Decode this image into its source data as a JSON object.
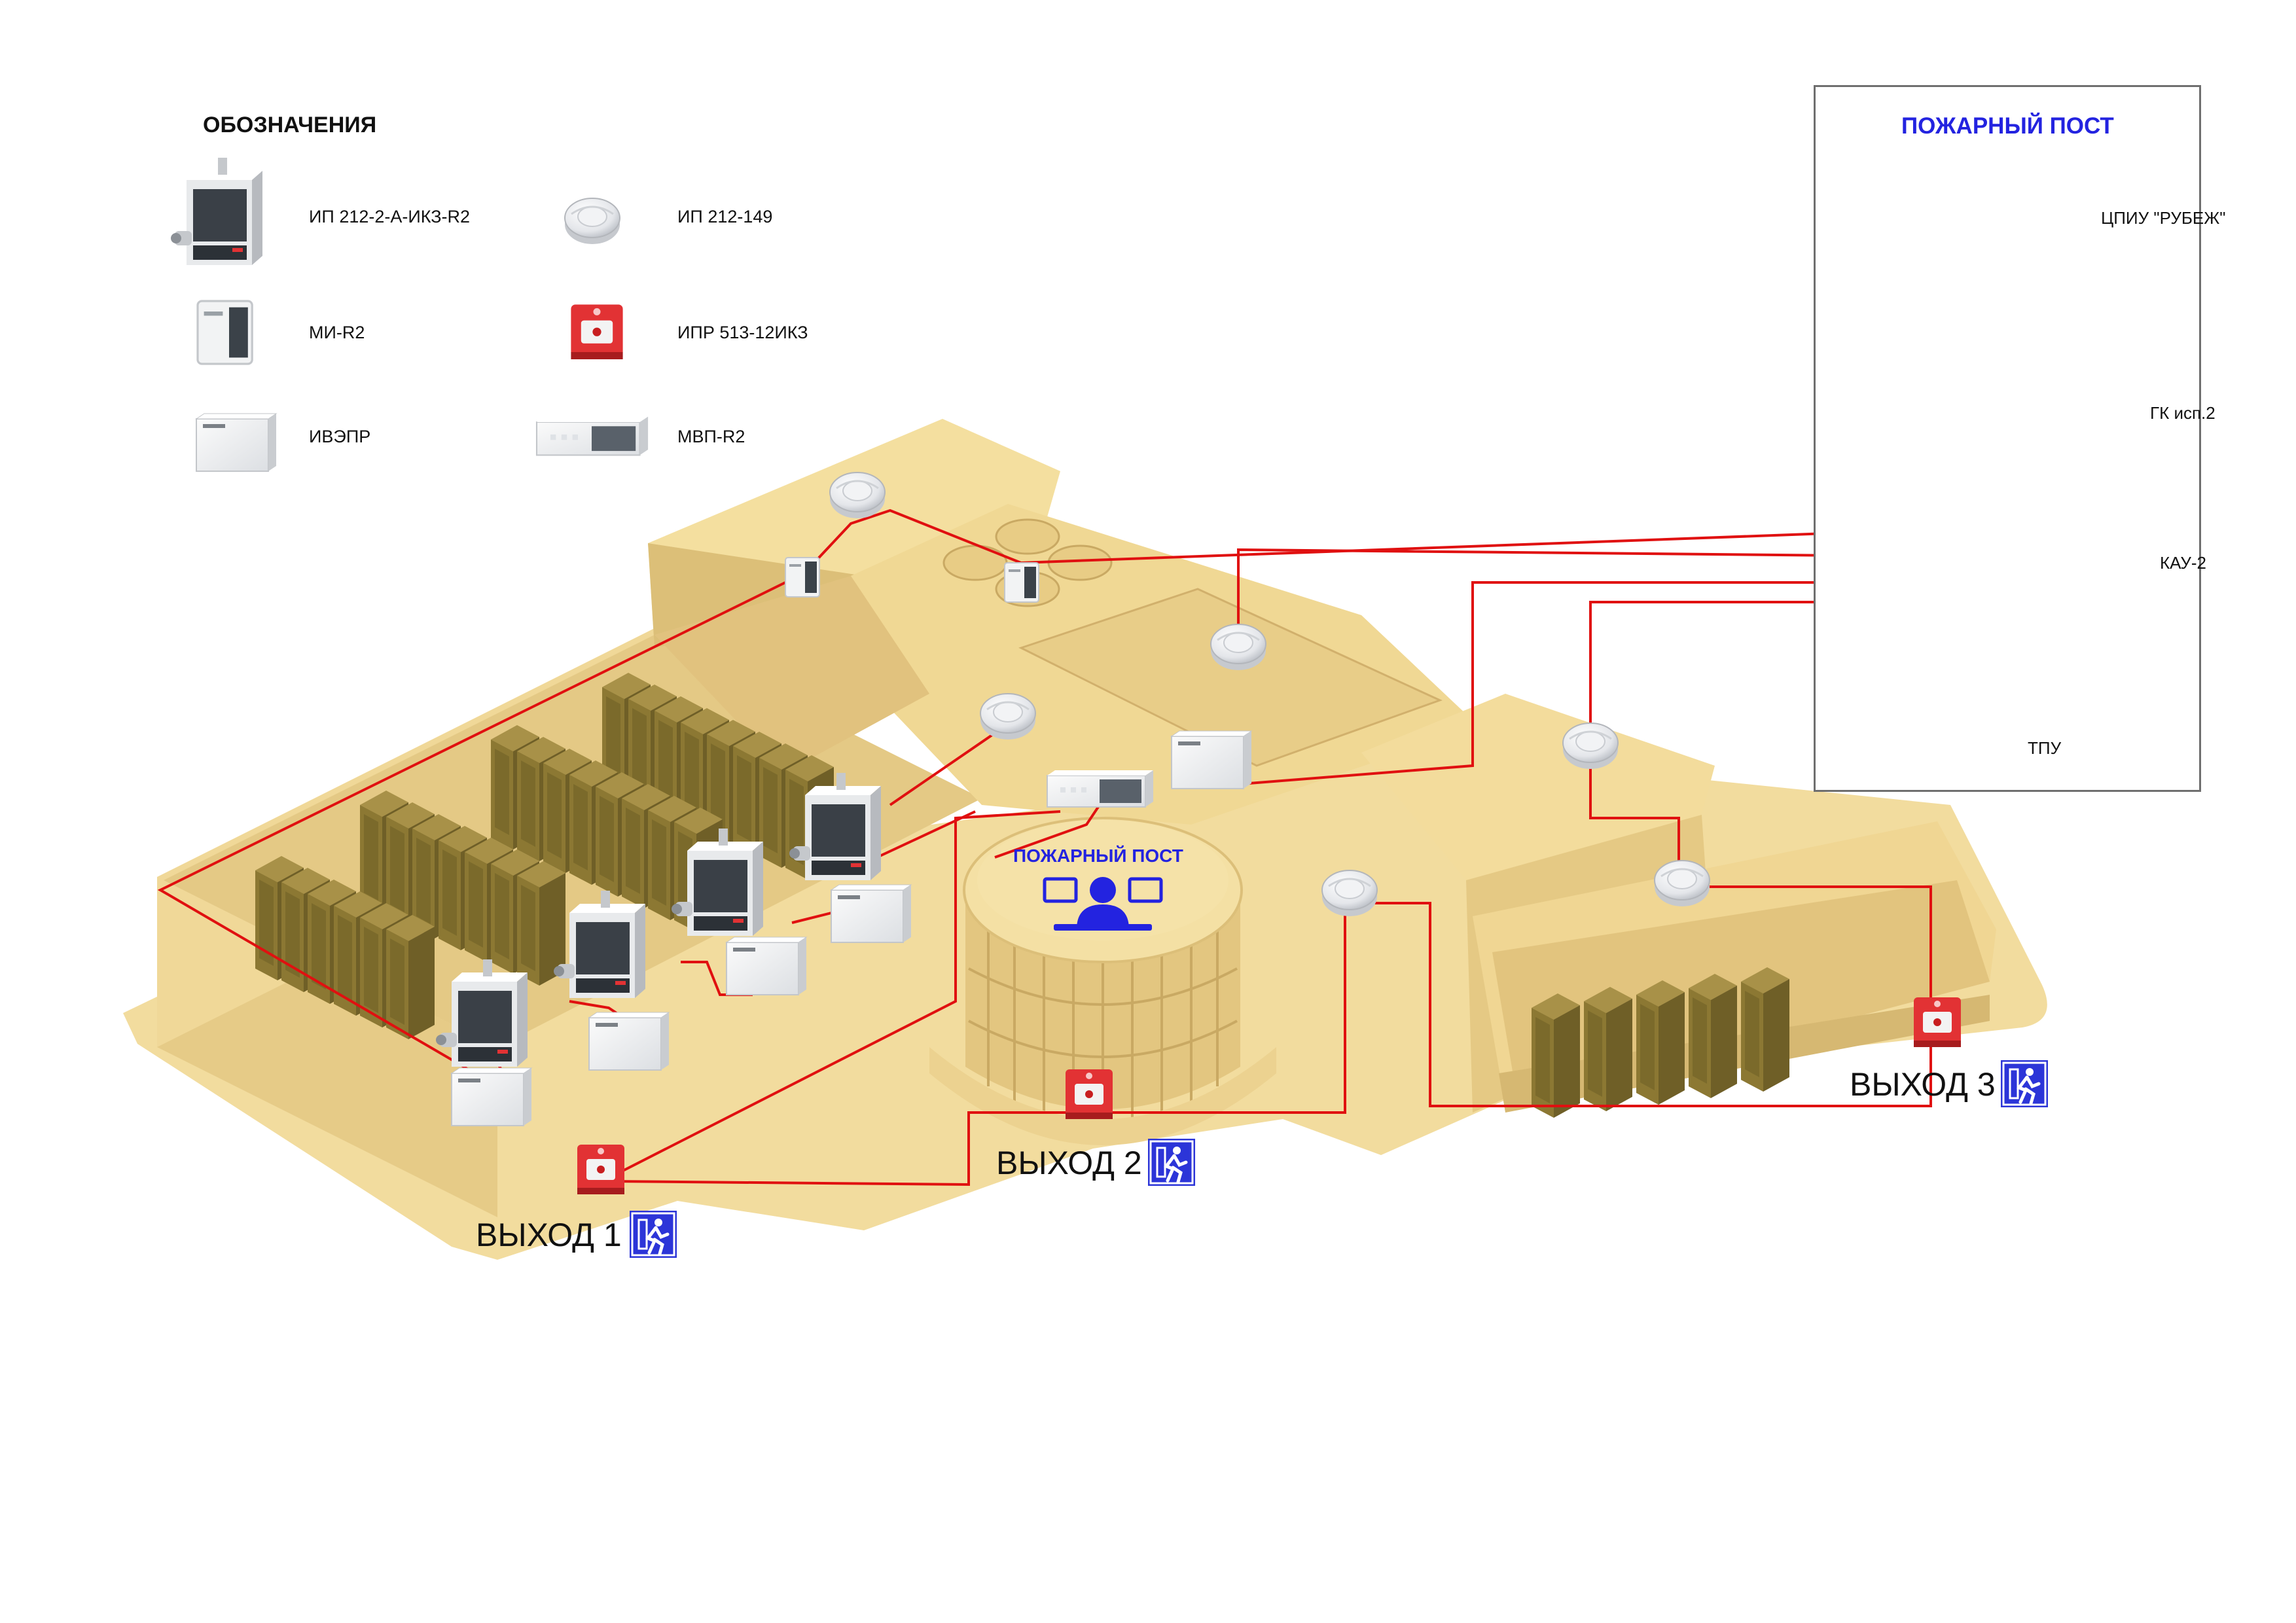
{
  "legend": {
    "title": "ОБОЗНАЧЕНИЯ",
    "items": [
      {
        "label": "ИП 212-2-А-ИКЗ-R2",
        "icon": "aspiration-detector-icon"
      },
      {
        "label": "ИП 212-149",
        "icon": "smoke-detector-icon"
      },
      {
        "label": "МИ-R2",
        "icon": "module-box-icon"
      },
      {
        "label": "ИПР 513-12ИКЗ",
        "icon": "manual-call-point-icon"
      },
      {
        "label": "ИВЭПР",
        "icon": "power-supply-icon"
      },
      {
        "label": "МВП-R2",
        "icon": "wide-module-icon"
      }
    ]
  },
  "control_room": {
    "title": "ПОЖАРНЫЙ ПОСТ",
    "workstation_label": "ЦПИУ \"РУБЕЖ\"",
    "controller_label": "ГК исп.2",
    "kau_label": "КАУ-2",
    "tpu_label": "ТПУ"
  },
  "building": {
    "post_label": "ПОЖАРНЫЙ ПОСТ",
    "exits": [
      "ВЫХОД 1",
      "ВЫХОД 2",
      "ВЫХОД 3"
    ]
  },
  "colors": {
    "building_light": "#f3dc9c",
    "building_mid": "#e9cf88",
    "building_dark": "#d2b470",
    "racks": "#8c7833",
    "wire_red": "#e01010",
    "wire_blue": "#2a3ee0",
    "wire_magenta": "#e020d8",
    "wire_green": "#2fa83a",
    "accent_blue": "#2323e0",
    "callpoint_red": "#e23234"
  }
}
